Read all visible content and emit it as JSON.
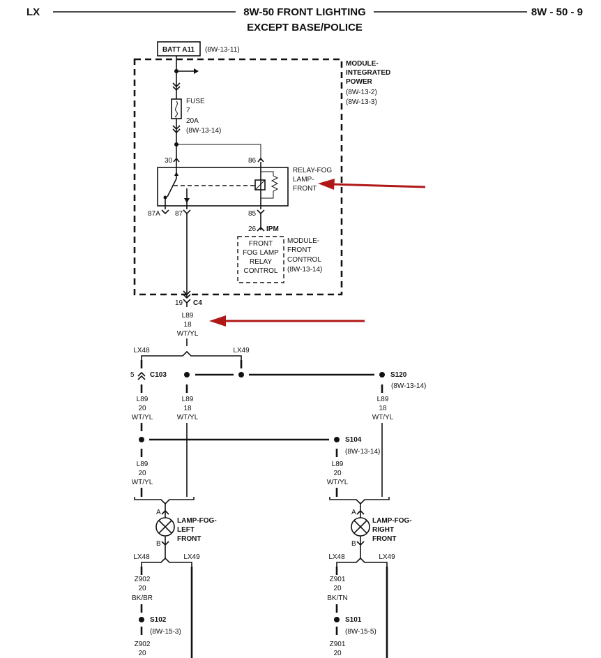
{
  "header": {
    "left": "LX",
    "title_line1": "8W-50 FRONT LIGHTING",
    "title_line2": "EXCEPT BASE/POLICE",
    "page": "8W - 50 - 9"
  },
  "batt": {
    "label": "BATT A11",
    "ref": "(8W-13-11)"
  },
  "module_ipm": {
    "line1": "MODULE-",
    "line2": "INTEGRATED",
    "line3": "POWER",
    "ref1": "(8W-13-2)",
    "ref2": "(8W-13-3)",
    "pin_code": "IPM"
  },
  "fuse": {
    "label": "FUSE",
    "number": "7",
    "rating": "20A",
    "ref": "(8W-13-14)"
  },
  "relay": {
    "line1": "RELAY-FOG",
    "line2": "LAMP-",
    "line3": "FRONT",
    "pin30": "30",
    "pin86": "86",
    "pin87a": "87A",
    "pin87": "87",
    "pin85": "85",
    "pin26": "26"
  },
  "fcm": {
    "box_line1": "FRONT",
    "box_line2": "FOG LAMP",
    "box_line3": "RELAY",
    "box_line4": "CONTROL",
    "line1": "MODULE-",
    "line2": "FRONT",
    "line3": "CONTROL",
    "ref": "(8W-13-14)"
  },
  "c4": {
    "pin": "19",
    "label": "C4"
  },
  "wire_main": {
    "circuit": "L89",
    "gauge": "18",
    "color": "WT/YL"
  },
  "variant": {
    "lx48": "LX48",
    "lx49": "LX49"
  },
  "c103": {
    "pin": "5",
    "label": "C103"
  },
  "s120": {
    "label": "S120",
    "ref": "(8W-13-14)"
  },
  "wire_c103": {
    "circuit": "L89",
    "gauge": "20",
    "color": "WT/YL"
  },
  "wire_mid": {
    "circuit": "L89",
    "gauge": "18",
    "color": "WT/YL"
  },
  "wire_s120": {
    "circuit": "L89",
    "gauge": "18",
    "color": "WT/YL"
  },
  "s104": {
    "label": "S104",
    "ref": "(8W-13-14)"
  },
  "wire_left_low": {
    "circuit": "L89",
    "gauge": "20",
    "color": "WT/YL"
  },
  "wire_right_low": {
    "circuit": "L89",
    "gauge": "20",
    "color": "WT/YL"
  },
  "lamp_left": {
    "line1": "LAMP-FOG-",
    "line2": "LEFT",
    "line3": "FRONT",
    "pin_a": "A",
    "pin_b": "B"
  },
  "lamp_right": {
    "line1": "LAMP-FOG-",
    "line2": "RIGHT",
    "line3": "FRONT",
    "pin_a": "A",
    "pin_b": "B"
  },
  "ground_left": {
    "circuit": "Z902",
    "gauge": "20",
    "color": "BK/BR",
    "splice": "S102",
    "ref": "(8W-15-3)",
    "circuit2": "Z902",
    "gauge2": "20"
  },
  "ground_right": {
    "circuit": "Z901",
    "gauge": "20",
    "color": "BK/TN",
    "splice": "S101",
    "ref": "(8W-15-5)",
    "circuit2": "Z901",
    "gauge2": "20"
  },
  "colors": {
    "ink": "#111111",
    "arrow": "#b01818",
    "paper": "#ffffff"
  }
}
